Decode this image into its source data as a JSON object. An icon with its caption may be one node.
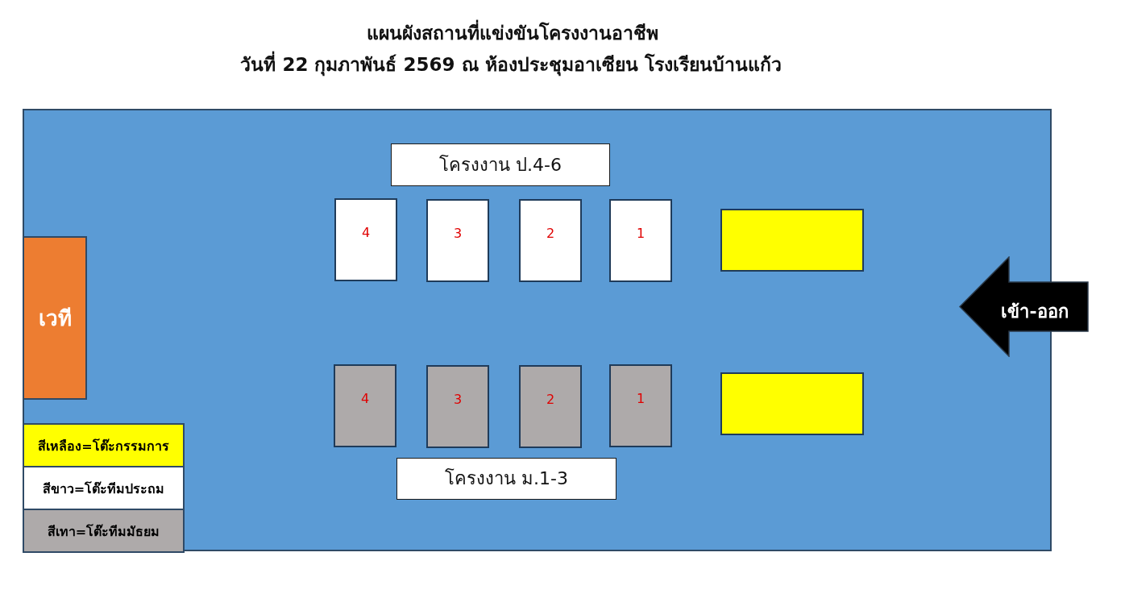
{
  "diagram": {
    "title": "แผนผังสถานที่แข่งขันโครงงานอาชีพ",
    "nodes": [
      {
        "text": [],
        "shape": "box"
      },
      {
        "text": [
          "โครงงาน ป.4-6"
        ],
        "in": 0
      },
      {
        "text": [
          "4"
        ],
        "in": 0
      },
      {
        "text": [
          "3"
        ],
        "in": 0
      },
      {
        "text": [
          "2"
        ],
        "in": 0
      },
      {
        "text": [
          "1"
        ],
        "in": 0
      },
      {
        "text": [],
        "shape": "box",
        "in": 0
      },
      {
        "text": [
          "เวที"
        ],
        "in": 0
      },
      {
        "text": [
          "เข้า-ออก"
        ]
      },
      {
        "text": [
          "4"
        ],
        "in": 0
      },
      {
        "text": [
          "3"
        ],
        "in": 0
      },
      {
        "text": [
          "2"
        ],
        "in": 0
      },
      {
        "text": [
          "1"
        ],
        "in": 0
      },
      {
        "text": [],
        "shape": "box",
        "in": 0
      },
      {
        "text": [
          "โครงงาน ม.1-3"
        ],
        "in": 0
      }
    ],
    "labels": [
      "วันที่ 22 กุมภาพันธ์ 2569 ณ ห้องประชุมอาเซียน โรงเรียนบ้านแก้ว"
    ],
    "legend": [
      {
        "text": "สีเหลือง=โต๊ะกรรมการ",
        "color": "#ffff00"
      },
      {
        "text": "สีขาว=โต๊ะทีมประถม",
        "color": "#ffffff"
      },
      {
        "text": "สีเทา=โต๊ะทีมมัธยม",
        "color": "#aeaaaa"
      }
    ]
  }
}
